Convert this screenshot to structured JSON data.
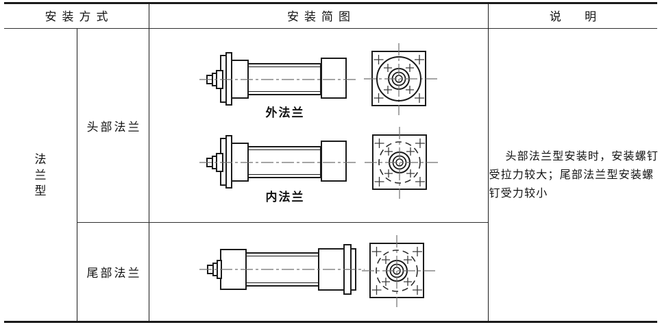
{
  "header": {
    "col1": "安装方式",
    "col2": "安装简图",
    "col3": "说 明"
  },
  "group_label": {
    "chars": [
      "法",
      "兰",
      "型"
    ]
  },
  "rows": {
    "head": {
      "label": "头部法兰"
    },
    "tail": {
      "label": "尾部法兰"
    }
  },
  "diagrams": {
    "outer_flange_caption": "外法兰",
    "inner_flange_caption": "内法兰"
  },
  "explanation": {
    "lines": [
      "头部法兰型安装时，安装螺钉",
      "受拉力较大；尾部法兰型安装螺",
      "钉受力较小"
    ]
  },
  "colors": {
    "line": "#1a1a1a",
    "centerline": "#6e6e6e",
    "background": "#ffffff"
  }
}
